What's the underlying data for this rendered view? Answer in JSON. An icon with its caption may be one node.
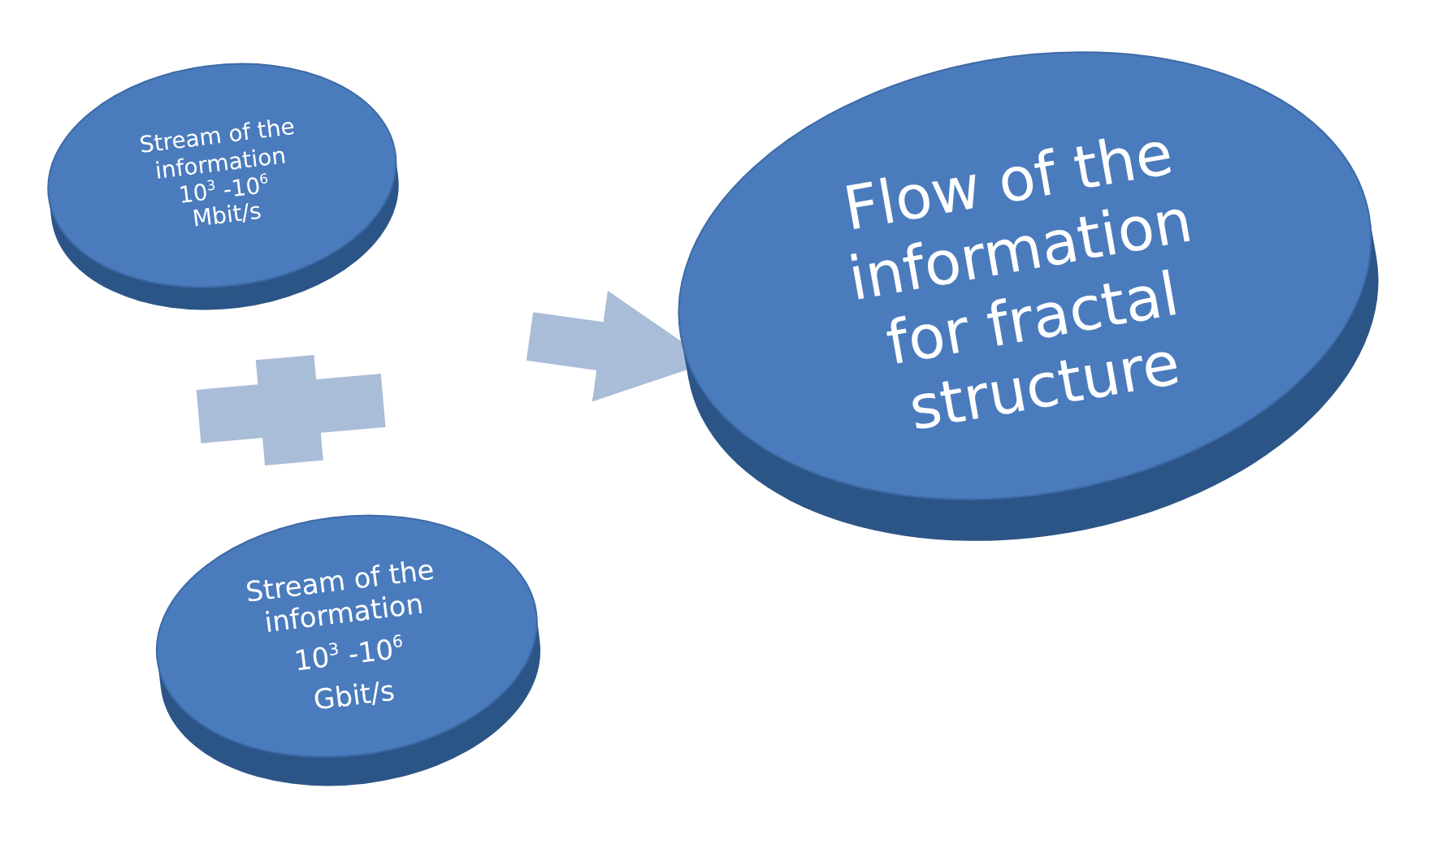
{
  "diagram": {
    "nodes": [
      {
        "text": [
          "Stream of the information",
          "10$^{3}$ -10$^{6}$",
          "Mbit/s"
        ]
      },
      {
        "text": [
          "Stream of the information",
          "10$^{3}$ -10$^{6}$",
          "Gbit/s"
        ]
      },
      {
        "text": [
          "Flow of the information for fractal structure"
        ]
      }
    ],
    "edges": [
      {
        "from": null,
        "to": 2,
        "arrow": "to"
      }
    ]
  }
}
